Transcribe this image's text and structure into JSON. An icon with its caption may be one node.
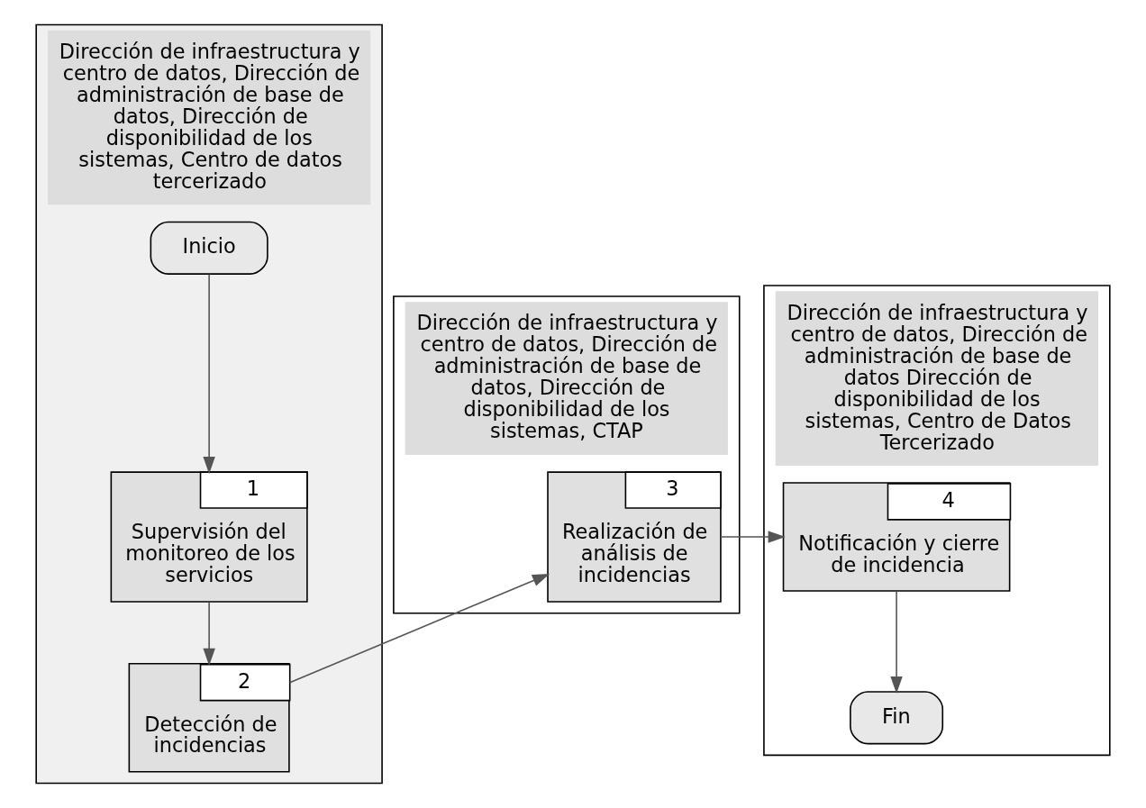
{
  "diagram": {
    "nodes": [
      {
        "text": [
          "Dirección de infraestructura y centro de datos, Dirección de administración de base de datos, Dirección de disponibilidad de los sistemas, Centro de datos tercerizado"
        ]
      },
      {
        "text": [
          "Dirección de infraestructura y centro de datos, Dirección de administración de base de datos, Dirección de disponibilidad de los sistemas, CTAP"
        ]
      },
      {
        "text": [
          "Dirección de infraestructura y centro de datos, Dirección de administración de base de datos Dirección de disponibilidad de los sistemas, Centro de Datos Tercerizado"
        ]
      },
      {
        "text": [
          "Inicio"
        ],
        "in": 0
      },
      {
        "text": [
          "1",
          "Supervisión del monitoreo de los servicios"
        ],
        "in": 0
      },
      {
        "text": [
          "2",
          "Detección de incidencias"
        ],
        "in": 0
      },
      {
        "text": [
          "3",
          "Realización de análisis de incidencias"
        ],
        "in": 1
      },
      {
        "text": [
          "4",
          "Notificación y cierre de incidencia"
        ],
        "in": 2
      },
      {
        "text": [
          "Fin"
        ],
        "in": 2
      }
    ],
    "edges": [
      {
        "from": 3,
        "to": 4,
        "arrow": "to"
      },
      {
        "from": 4,
        "to": 5,
        "arrow": "to"
      },
      {
        "from": 5,
        "to": 6,
        "arrow": "to"
      },
      {
        "from": 6,
        "to": 7,
        "arrow": "to"
      },
      {
        "from": 7,
        "to": 8,
        "arrow": "to"
      }
    ]
  }
}
